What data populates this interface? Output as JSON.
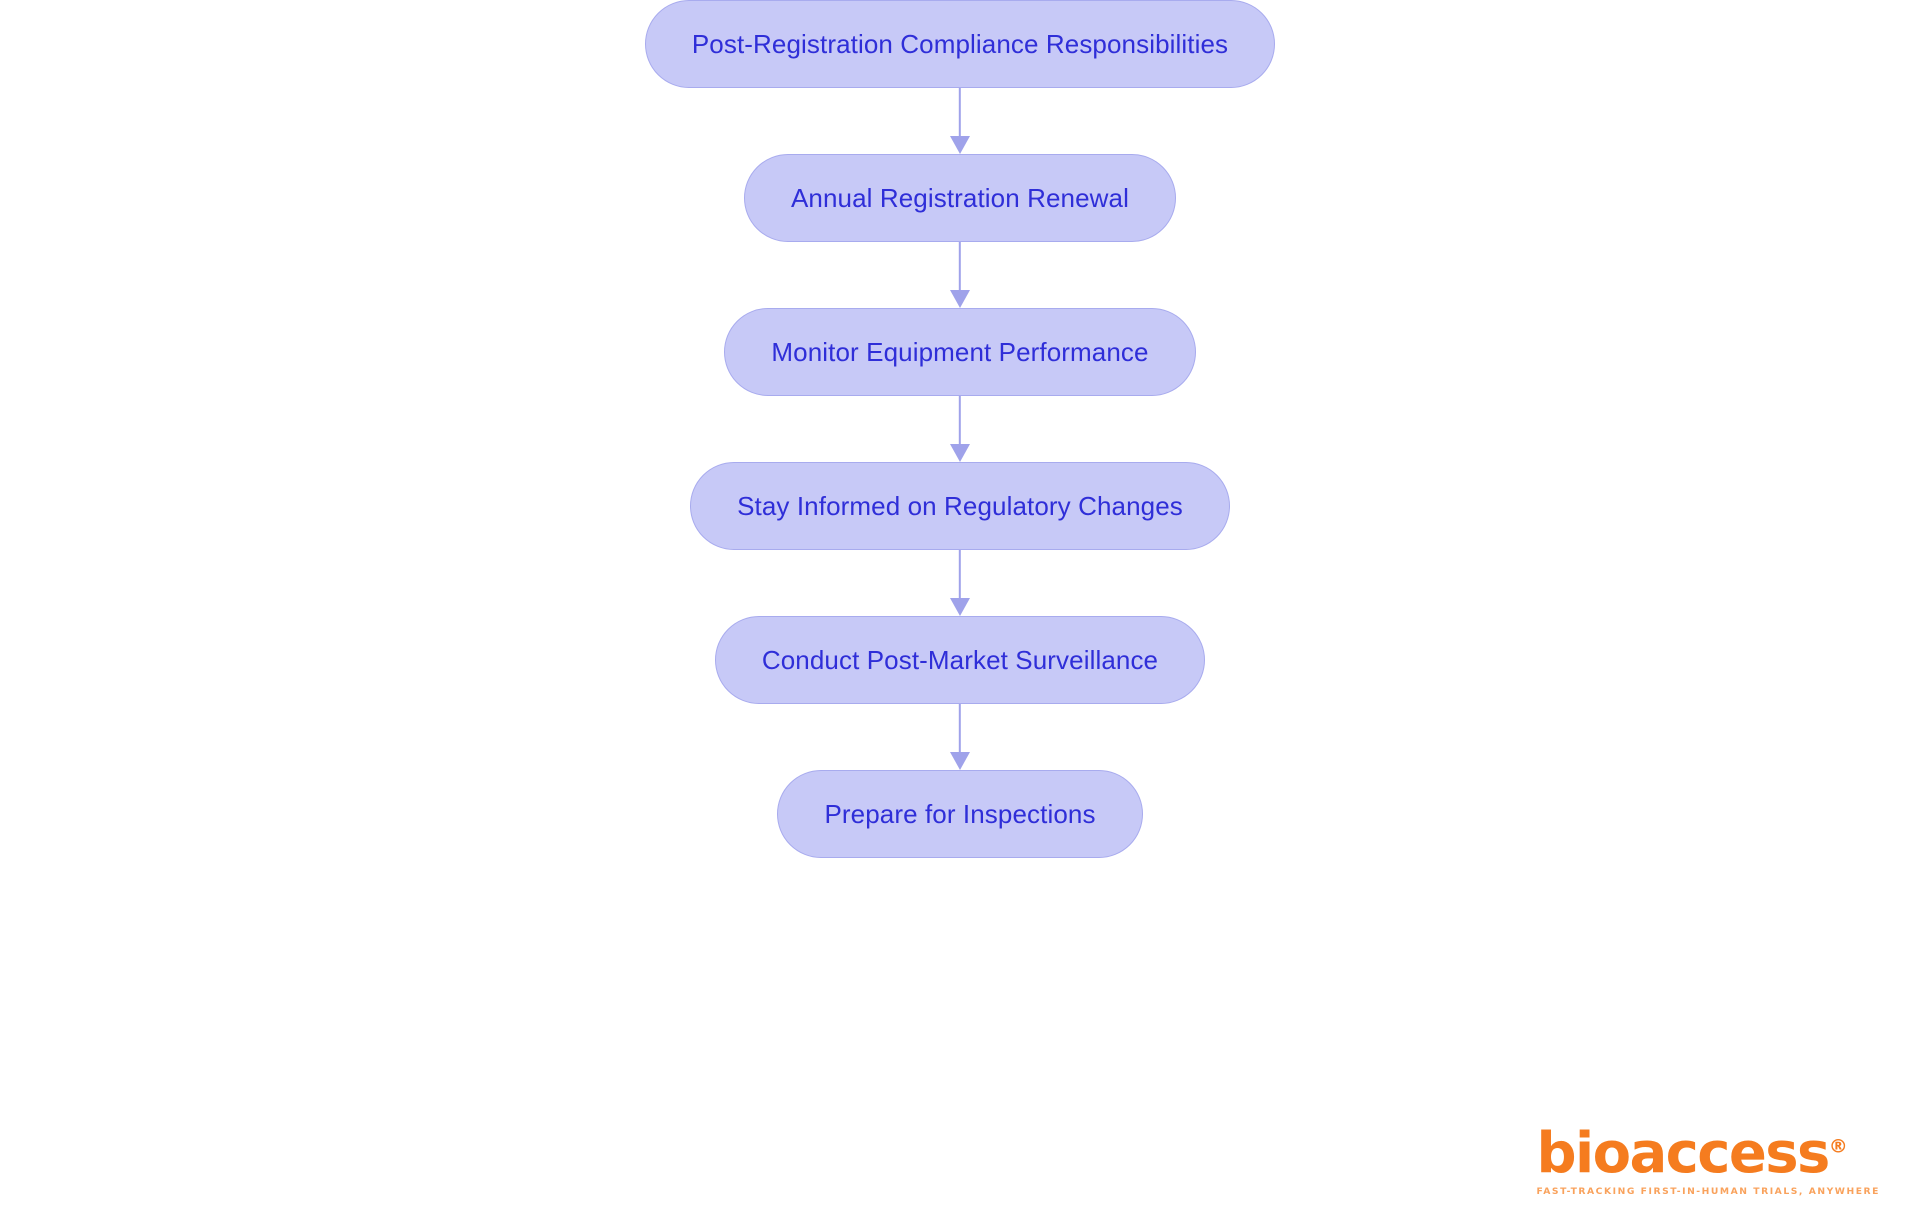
{
  "diagram": {
    "type": "flowchart",
    "orientation": "top-to-bottom",
    "background_color": "#ffffff",
    "node_fill_color": "#c7c9f7",
    "node_border_color": "#a8abee",
    "node_text_color": "#2f2ed8",
    "connector_color": "#9fa2ea",
    "nodes": [
      {
        "id": "n1",
        "label": "Post-Registration Compliance Responsibilities"
      },
      {
        "id": "n2",
        "label": "Annual Registration Renewal"
      },
      {
        "id": "n3",
        "label": "Monitor Equipment Performance"
      },
      {
        "id": "n4",
        "label": "Stay Informed on Regulatory Changes"
      },
      {
        "id": "n5",
        "label": "Conduct Post-Market Surveillance"
      },
      {
        "id": "n6",
        "label": "Prepare for Inspections"
      }
    ],
    "edges": [
      {
        "from": "n1",
        "to": "n2"
      },
      {
        "from": "n2",
        "to": "n3"
      },
      {
        "from": "n3",
        "to": "n4"
      },
      {
        "from": "n4",
        "to": "n5"
      },
      {
        "from": "n5",
        "to": "n6"
      }
    ]
  },
  "brand": {
    "wordmark": "bioaccess",
    "registered_mark": "®",
    "tagline": "FAST-TRACKING FIRST-IN-HUMAN TRIALS, ANYWHERE",
    "color": "#f57c1f",
    "tagline_color": "#f9a25c"
  }
}
